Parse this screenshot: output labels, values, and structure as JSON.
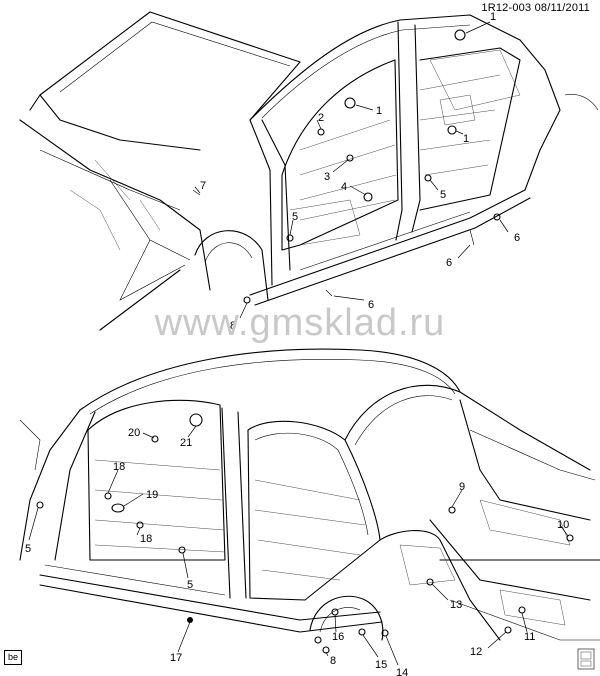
{
  "header": {
    "doc_id": "1R12-003",
    "date": "08/11/2011"
  },
  "watermark": "www.gmsklad.ru",
  "corner_badge": "be",
  "top_callouts": [
    {
      "n": "1"
    },
    {
      "n": "1"
    },
    {
      "n": "1"
    },
    {
      "n": "2"
    },
    {
      "n": "3"
    },
    {
      "n": "4"
    },
    {
      "n": "5"
    },
    {
      "n": "5"
    },
    {
      "n": "6"
    },
    {
      "n": "6"
    },
    {
      "n": "6"
    },
    {
      "n": "7"
    },
    {
      "n": "8"
    }
  ],
  "bottom_callouts": [
    {
      "n": "20"
    },
    {
      "n": "21"
    },
    {
      "n": "18"
    },
    {
      "n": "19"
    },
    {
      "n": "18"
    },
    {
      "n": "5"
    },
    {
      "n": "5"
    },
    {
      "n": "9"
    },
    {
      "n": "10"
    },
    {
      "n": "13"
    },
    {
      "n": "11"
    },
    {
      "n": "12"
    },
    {
      "n": "16"
    },
    {
      "n": "8"
    },
    {
      "n": "15"
    },
    {
      "n": "14"
    },
    {
      "n": "17"
    }
  ]
}
